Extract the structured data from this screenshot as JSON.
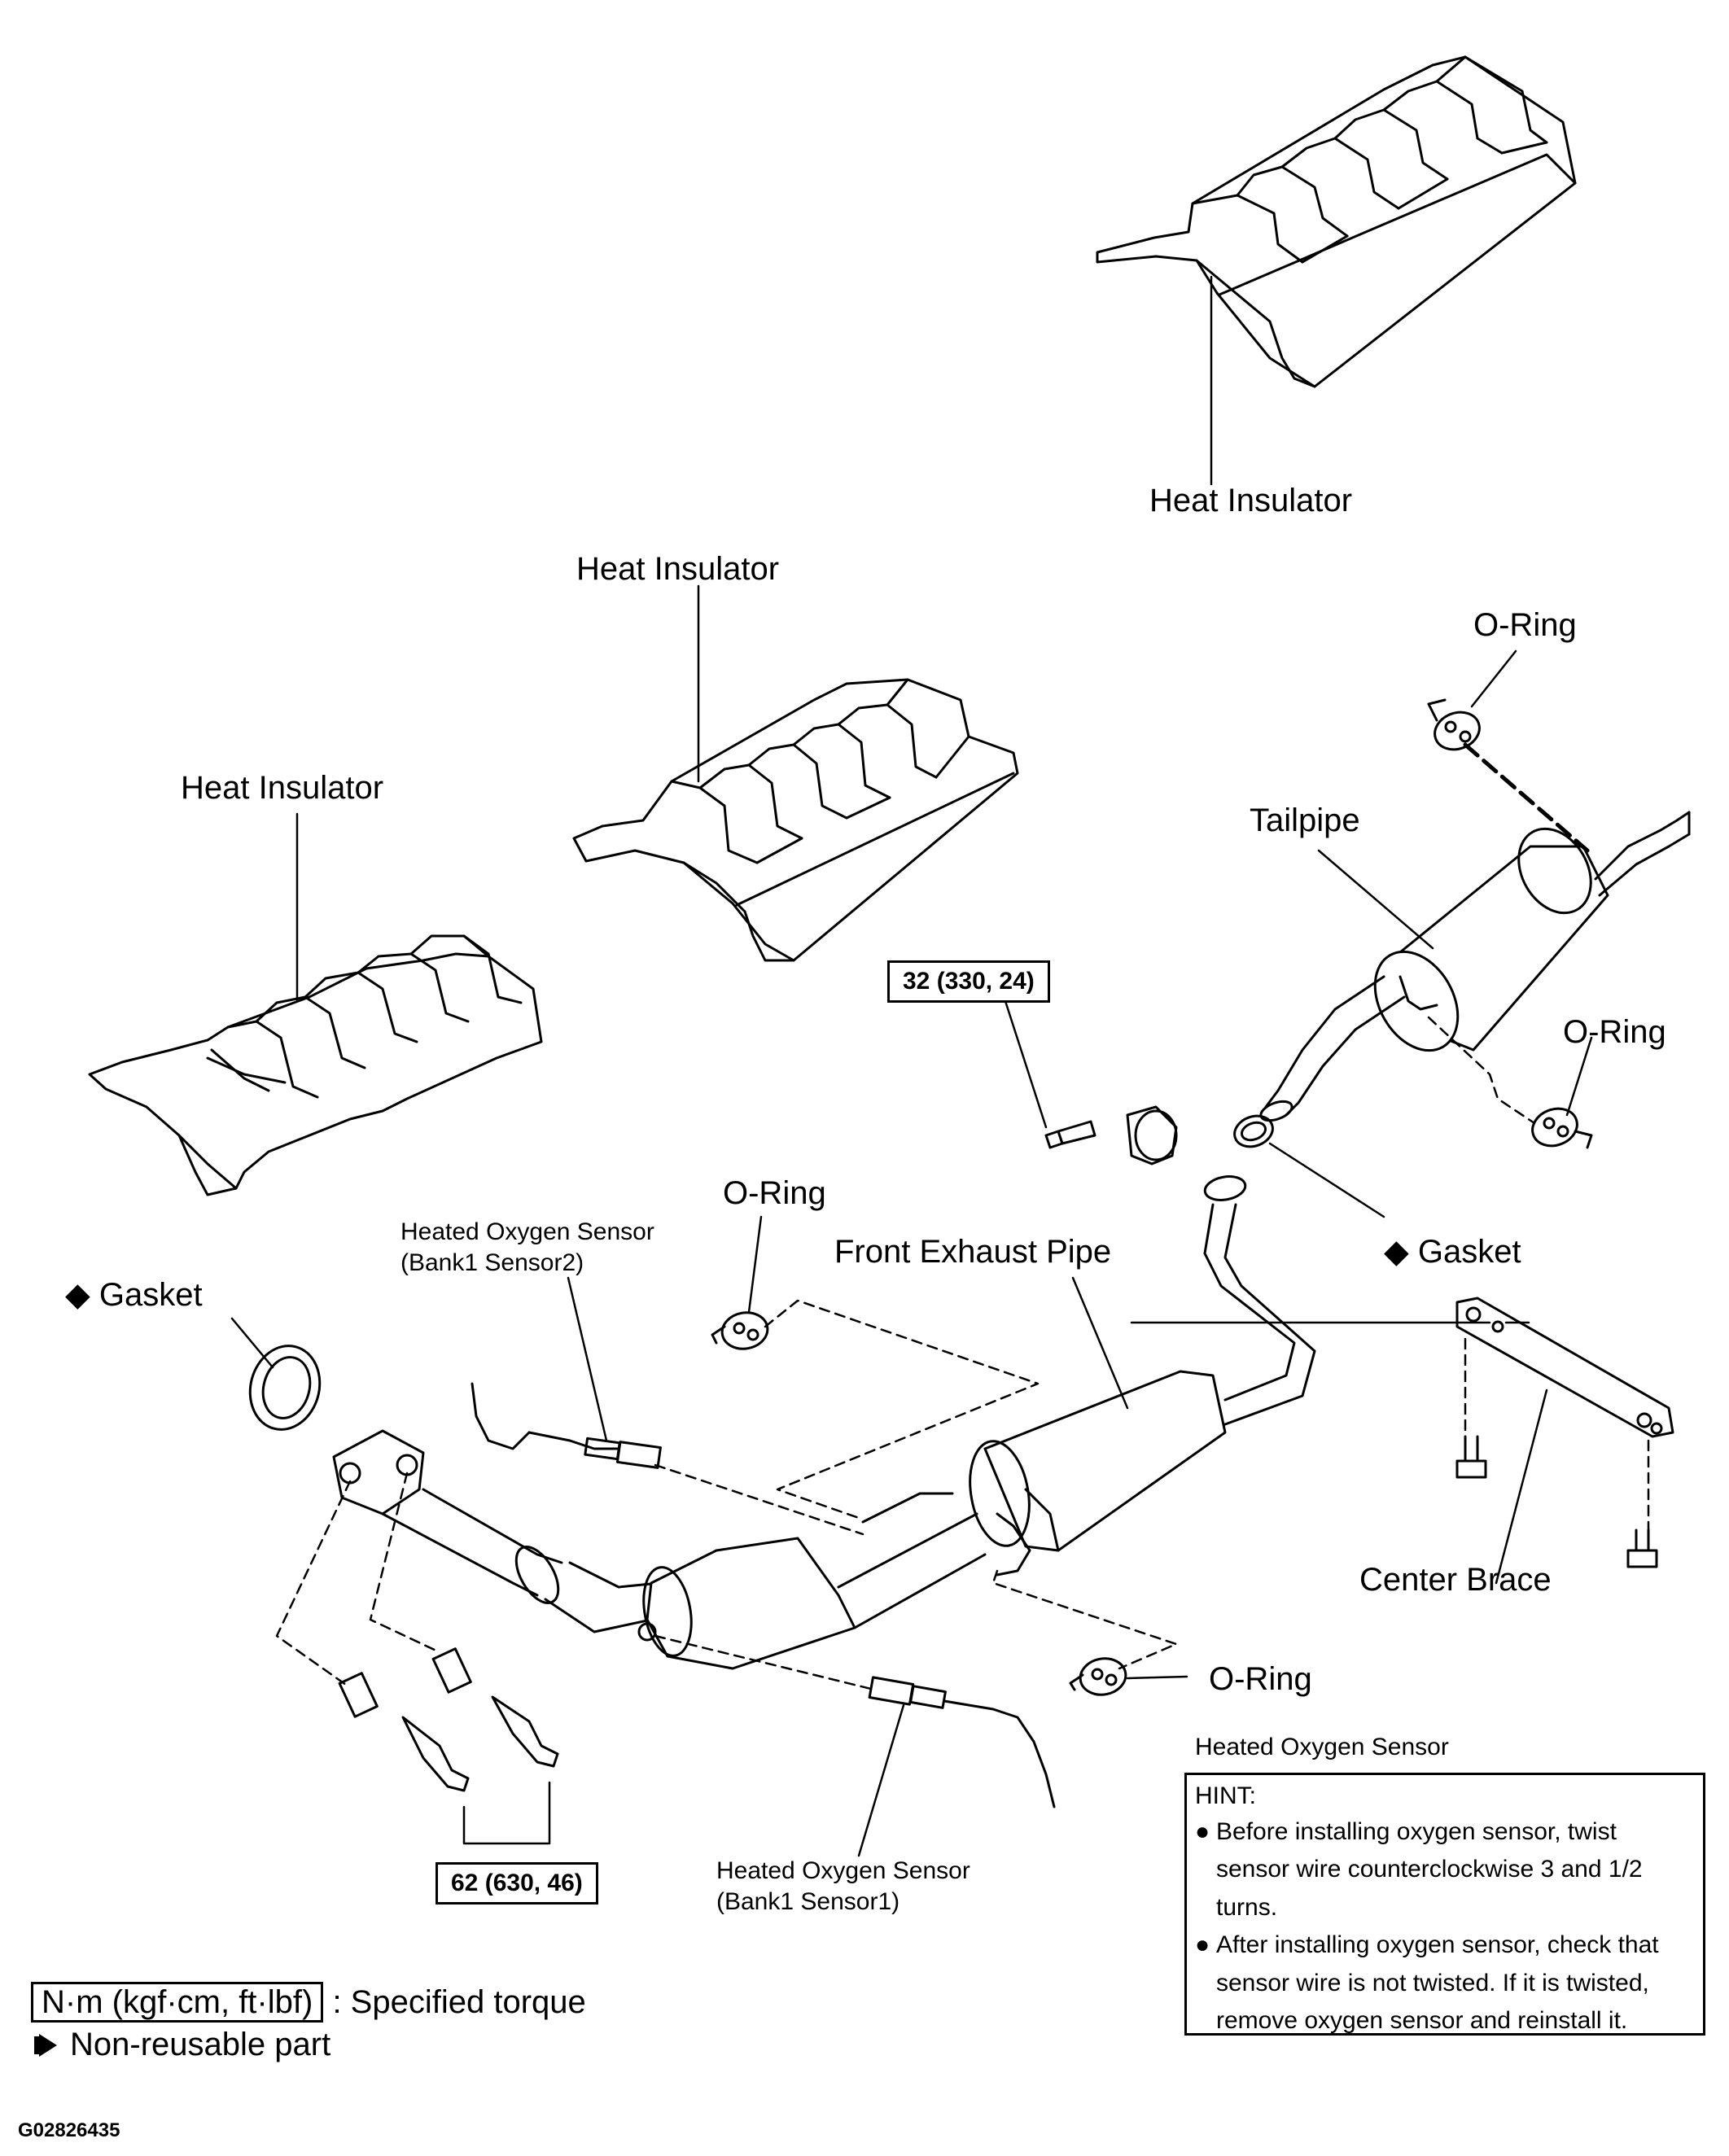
{
  "labels": {
    "heat_insulator_rear": "Heat Insulator",
    "heat_insulator_center": "Heat Insulator",
    "heat_insulator_front": "Heat Insulator",
    "o_ring_top": "O-Ring",
    "tailpipe": "Tailpipe",
    "o_ring_tailpipe": "O-Ring",
    "o_ring_mid": "O-Ring",
    "front_exhaust_pipe": "Front Exhaust Pipe",
    "gasket_right": "Gasket",
    "gasket_left": "Gasket",
    "center_brace": "Center Brace",
    "o_ring_bottom": "O-Ring",
    "hos_bank1_sensor2_line1": "Heated Oxygen Sensor",
    "hos_bank1_sensor2_line2": "(Bank1 Sensor2)",
    "hos_bank1_sensor1_line1": "Heated Oxygen Sensor",
    "hos_bank1_sensor1_line2": "(Bank1 Sensor1)"
  },
  "gasket_marker": "◆",
  "torques": {
    "clamp_bolt": "32 (330, 24)",
    "flange_nut": "62 (630, 46)"
  },
  "hint": {
    "title": "Heated Oxygen Sensor",
    "heading": "HINT:",
    "bullet": "●",
    "items": [
      "Before installing oxygen sensor, twist sensor wire counterclockwise 3 and 1/2 turns.",
      "After installing oxygen sensor, check that sensor wire is not twisted. If it is twisted, remove oxygen sensor and reinstall it."
    ]
  },
  "legend": {
    "torque_unit": "N·m (kgf·cm, ft·lbf)",
    "torque_text": ": Specified torque",
    "nonreusable_icon": "non-reusable-part-icon",
    "nonreusable_text": "Non-reusable part"
  },
  "figure_id": "G02826435"
}
